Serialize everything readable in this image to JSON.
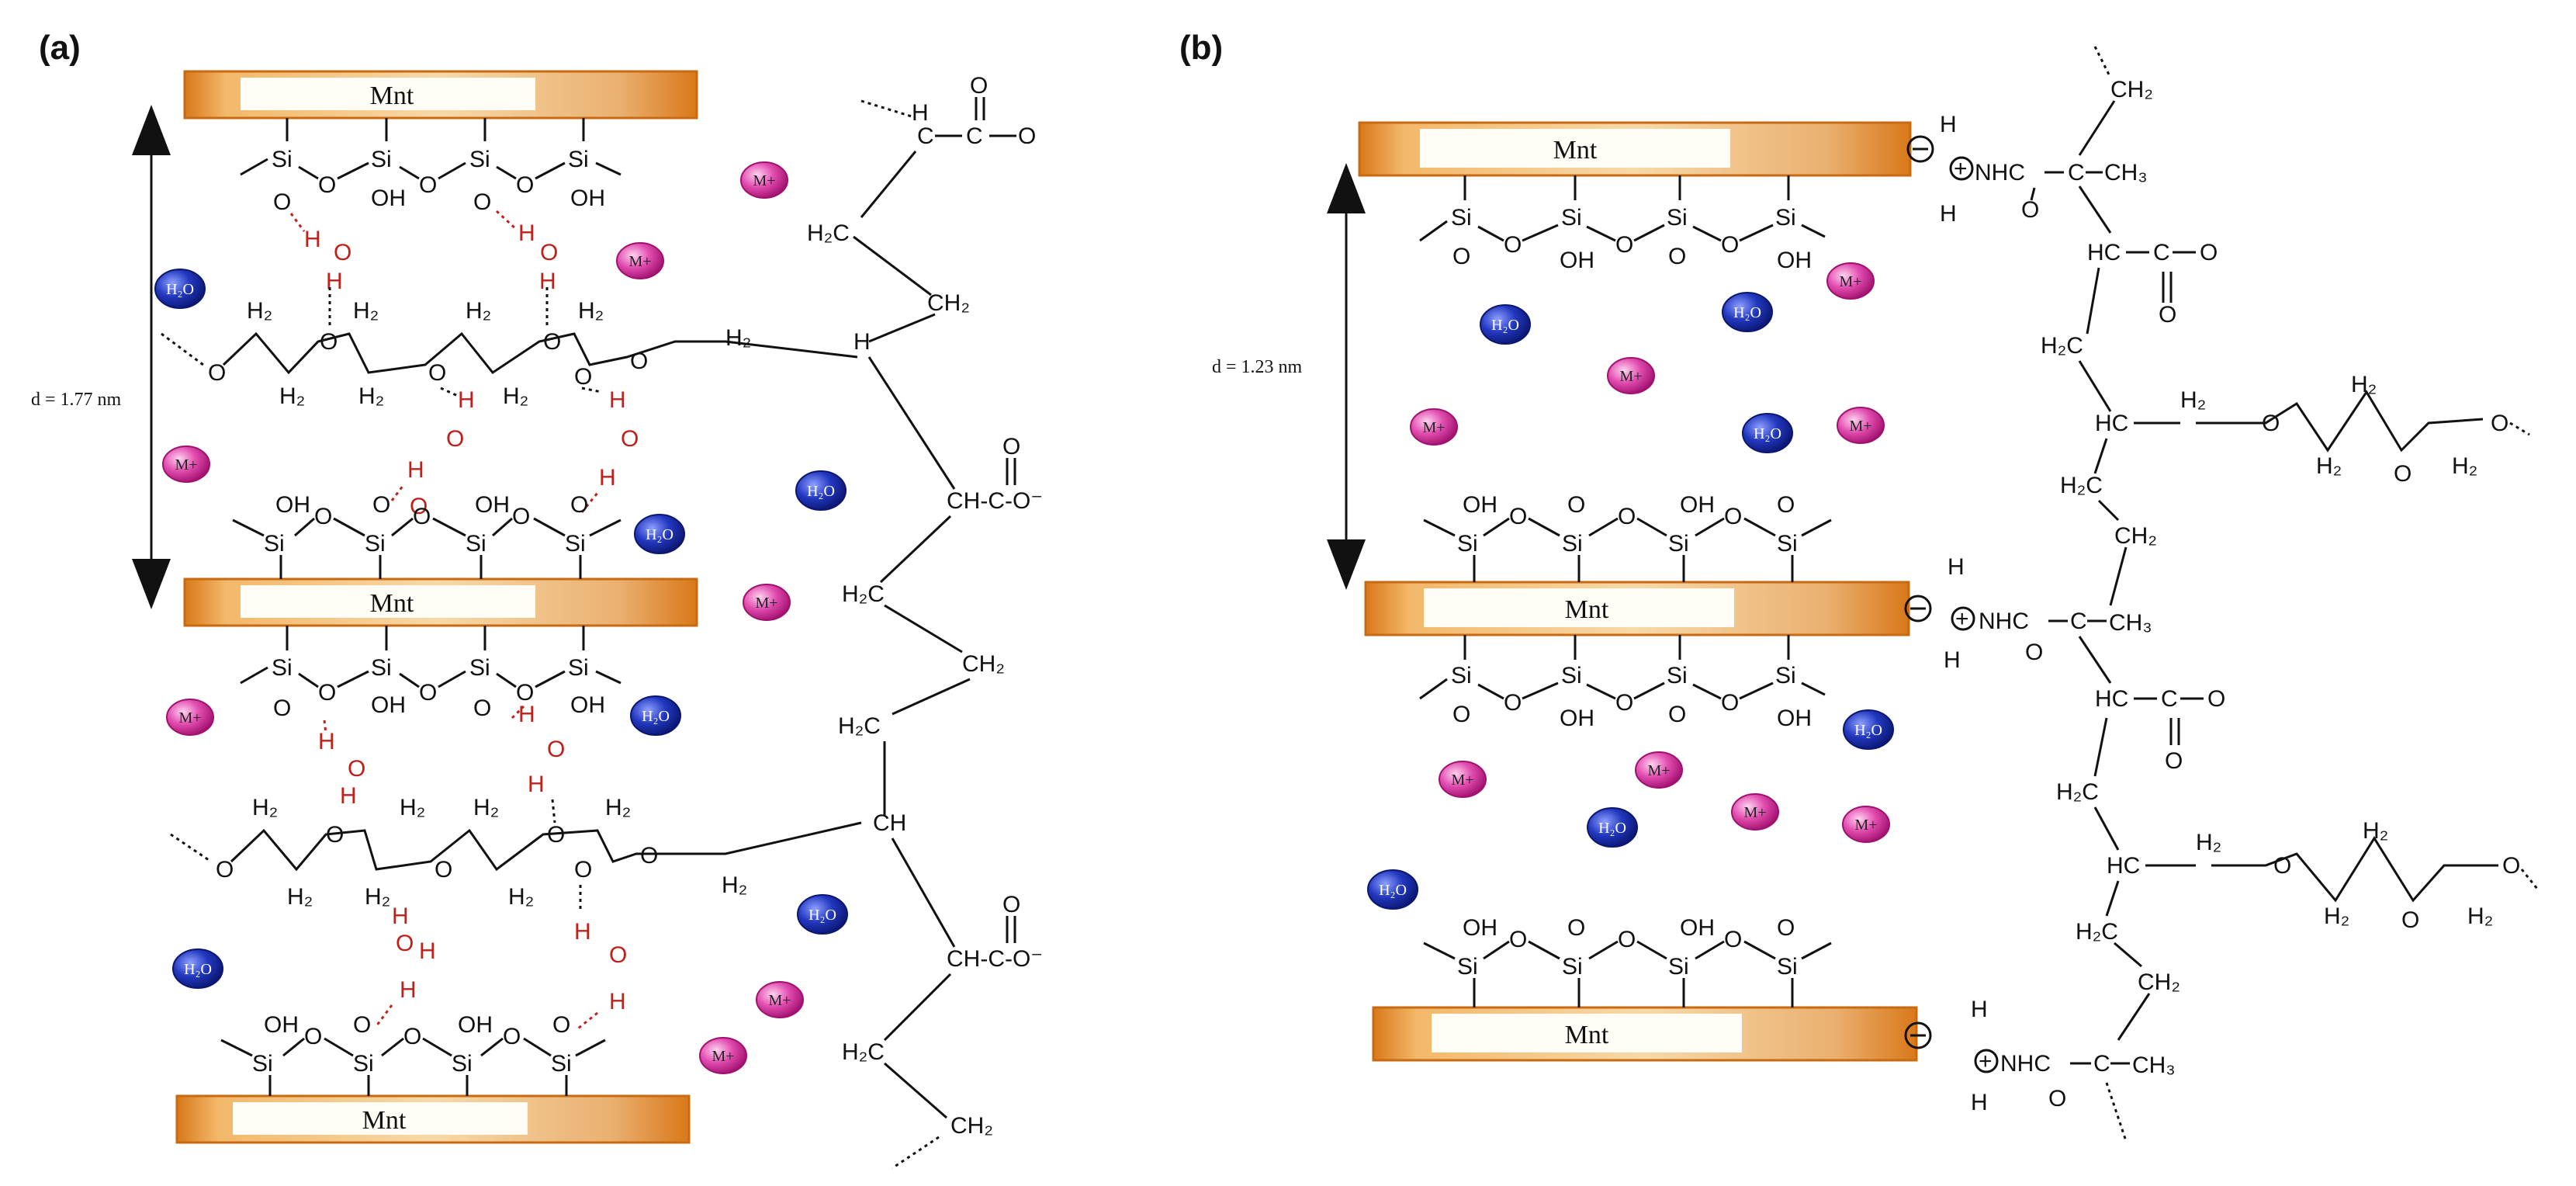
{
  "panels": {
    "a": {
      "label": "(a)",
      "d_spacing": "d = 1.77 nm",
      "layer_label": "Mnt"
    },
    "b": {
      "label": "(b)",
      "d_spacing": "d = 1.23 nm",
      "layer_label": "Mnt"
    }
  },
  "chemistry": {
    "silicon": "Si",
    "oxygen": "O",
    "hydroxyl": "OH",
    "hydrogen": "H",
    "water_ion": "H₂O",
    "cation": "M+",
    "methylene": "H₂",
    "ch2": "CH₂",
    "h2c": "H₂C",
    "ch": "CH",
    "hc": "HC",
    "carboxylate_left": "CH-C-O⁻",
    "carboxylate_o": "O",
    "amide": "NHC",
    "methyl": "CH₃",
    "carbon": "C",
    "minus": "−",
    "plus": "+"
  },
  "colors": {
    "layer_orange": "#e2891a",
    "layer_light": "#f6c98a",
    "water_blue": "#1d2fa8",
    "cation_pink": "#d8339a",
    "hbond_red": "#c0201a"
  }
}
